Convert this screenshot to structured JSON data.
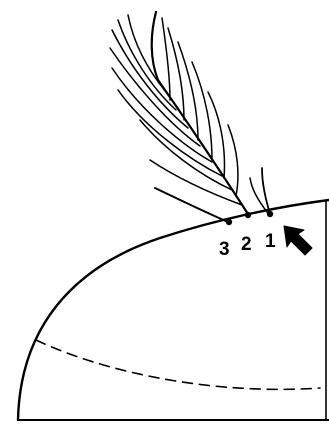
{
  "labels": {
    "site_3": "3",
    "site_2": "2",
    "site_1": "1"
  },
  "colors": {
    "line": "#000000",
    "background": "#ffffff"
  },
  "icons": {
    "pointer": "arrow-pointer-icon"
  }
}
